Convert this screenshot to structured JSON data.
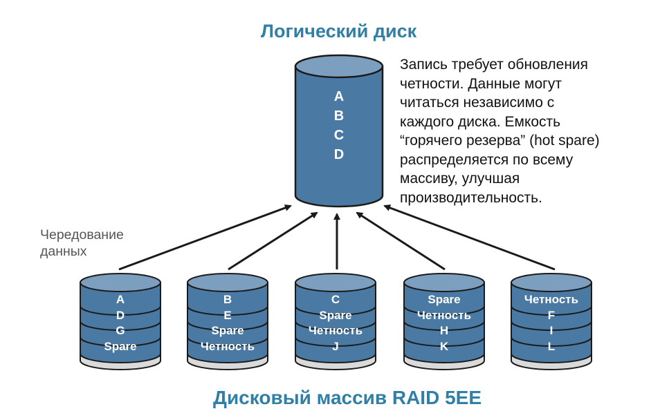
{
  "top_title": "Логический диск",
  "bottom_title": "Дисковый массив RAID 5EE",
  "description": "Запись требует обновления\nчетности. Данные могут\nчитаться независимо с\nкаждого диска. Емкость\n“горячего резерва” (hot spare)\nраспределяется по всему\nмассиву, улучшая\nпроизводительность.",
  "side_label": "Чередование\nданных",
  "logical_disk": {
    "blocks": [
      "A",
      "B",
      "C",
      "D"
    ]
  },
  "disks": [
    {
      "blocks": [
        "A",
        "D",
        "G",
        "Spare"
      ]
    },
    {
      "blocks": [
        "B",
        "E",
        "Spare",
        "Четность"
      ]
    },
    {
      "blocks": [
        "C",
        "Spare",
        "Четность",
        "J"
      ]
    },
    {
      "blocks": [
        "Spare",
        "Четность",
        "H",
        "K"
      ]
    },
    {
      "blocks": [
        "Четность",
        "F",
        "I",
        "L"
      ]
    }
  ],
  "colors": {
    "title": "#2f7fa6",
    "disk_body": "#4a7aa3",
    "disk_top": "#7d9fbf",
    "disk_base": "#dadada",
    "outline": "#1a1a1a",
    "label": "#ffffff"
  }
}
